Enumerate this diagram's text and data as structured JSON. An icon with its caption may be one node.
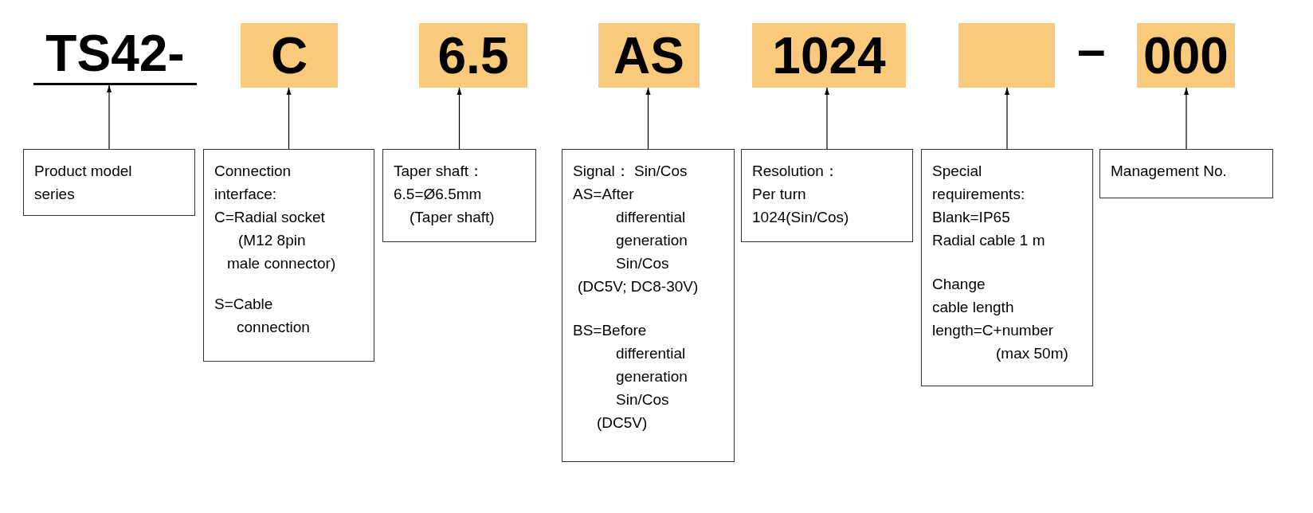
{
  "diagram": {
    "nodes": [
      {
        "text": [
          "TS42-"
        ]
      },
      {
        "text": [
          "C"
        ]
      },
      {
        "text": [
          "6.5"
        ]
      },
      {
        "text": [
          "AS"
        ]
      },
      {
        "text": [
          "1024"
        ]
      },
      {
        "text": [],
        "shape": "box"
      },
      {
        "text": [
          "000"
        ]
      },
      {
        "text": [
          "Product model series"
        ]
      },
      {
        "text": [
          "Connection interface:",
          "C=Radial socket",
          "(M12 8pin",
          "male connector)",
          "S=Cable",
          "connection"
        ]
      },
      {
        "text": [
          "Taper shaft：",
          "6.5=Ø6.5mm",
          "(Taper shaft)"
        ]
      },
      {
        "text": [
          "Signal：  Sin/Cos",
          "AS=After",
          "differential generation Sin/Cos",
          "(DC5V; DC8-30V)",
          "BS=Before",
          "differential generation Sin/Cos",
          "(DC5V)"
        ]
      },
      {
        "text": [
          "Resolution：",
          "Per turn",
          "1024(Sin/Cos)"
        ]
      },
      {
        "text": [
          "Special requirements:",
          "Blank=IP65",
          "Radial cable 1 m",
          "Change",
          "cable length",
          "length=C+number",
          "(max 50m)"
        ]
      },
      {
        "text": [
          "Management No."
        ]
      }
    ],
    "edges": [
      {
        "from": 7,
        "to": 0,
        "arrow": "to"
      },
      {
        "from": 8,
        "to": 1,
        "arrow": "to"
      },
      {
        "from": 9,
        "to": 2,
        "arrow": "to"
      },
      {
        "from": 10,
        "to": 3,
        "arrow": "to"
      },
      {
        "from": 11,
        "to": 4,
        "arrow": "to"
      },
      {
        "from": 12,
        "to": 5,
        "arrow": "to"
      },
      {
        "from": 13,
        "to": 6,
        "arrow": "to"
      }
    ],
    "labels": [
      "–"
    ]
  }
}
